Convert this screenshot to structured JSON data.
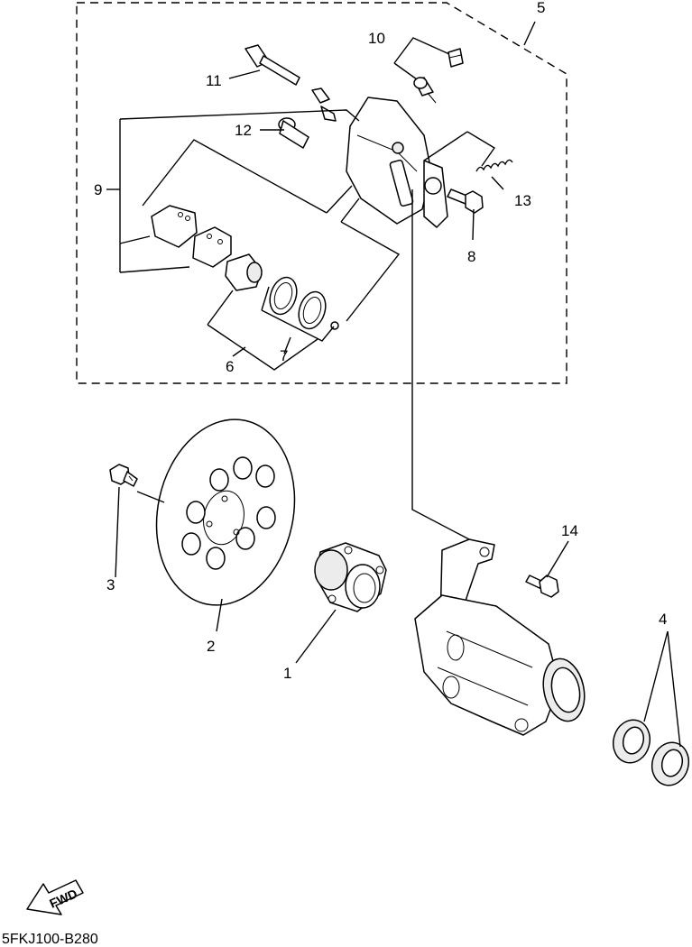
{
  "callouts": {
    "c1": "1",
    "c2": "2",
    "c3": "3",
    "c4": "4",
    "c5": "5",
    "c6": "6",
    "c7": "7",
    "c8": "8",
    "c9": "9",
    "c10": "10",
    "c11": "11",
    "c12": "12",
    "c13": "13",
    "c14": "14"
  },
  "fwd_label": "FWD",
  "diagram_code": "5FKJ100-B280"
}
